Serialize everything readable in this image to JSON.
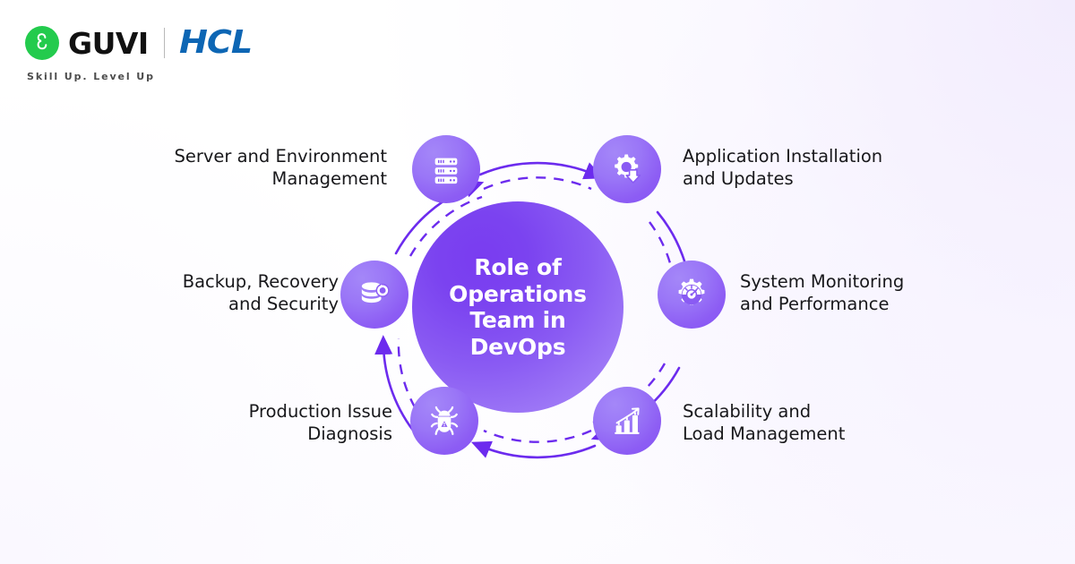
{
  "brand": {
    "guvi_name": "GUVI",
    "partner_name": "HCL",
    "tagline": "Skill Up. Level Up",
    "guvi_green": "#23cb4d",
    "hcl_blue": "#0d66b4",
    "mark_icon": "guvi-g-icon",
    "divider_icon": "brand-divider"
  },
  "diagram": {
    "center": {
      "title": "Role of\nOperations\nTeam in\nDevOps",
      "color": "#7b43f0"
    },
    "flow": {
      "direction": "clockwise",
      "ring_color": "#6c2bee",
      "outer_ring": "solid-arrow-ring",
      "inner_ring": "dashed-ring"
    },
    "nodes": [
      {
        "id": "server-and-environment-management",
        "label": "Server and Environment\nManagement",
        "icon": "server-rack-icon",
        "position": "top-left",
        "align": "right"
      },
      {
        "id": "application-installation-and-updates",
        "label": "Application Installation\nand Updates",
        "icon": "gear-download-icon",
        "position": "top-right",
        "align": "left"
      },
      {
        "id": "system-monitoring-and-performance",
        "label": "System Monitoring\nand Performance",
        "icon": "gear-gauge-icon",
        "position": "right",
        "align": "left"
      },
      {
        "id": "scalability-and-load-management",
        "label": "Scalability and\nLoad Management",
        "icon": "bar-chart-growth-icon",
        "position": "bottom-right",
        "align": "left"
      },
      {
        "id": "production-issue-diagnosis",
        "label": "Production Issue\nDiagnosis",
        "icon": "bug-icon",
        "position": "bottom-left",
        "align": "right"
      },
      {
        "id": "backup-recovery-and-security",
        "label": "Backup, Recovery\nand Security",
        "icon": "database-restore-icon",
        "position": "left",
        "align": "right"
      }
    ]
  }
}
